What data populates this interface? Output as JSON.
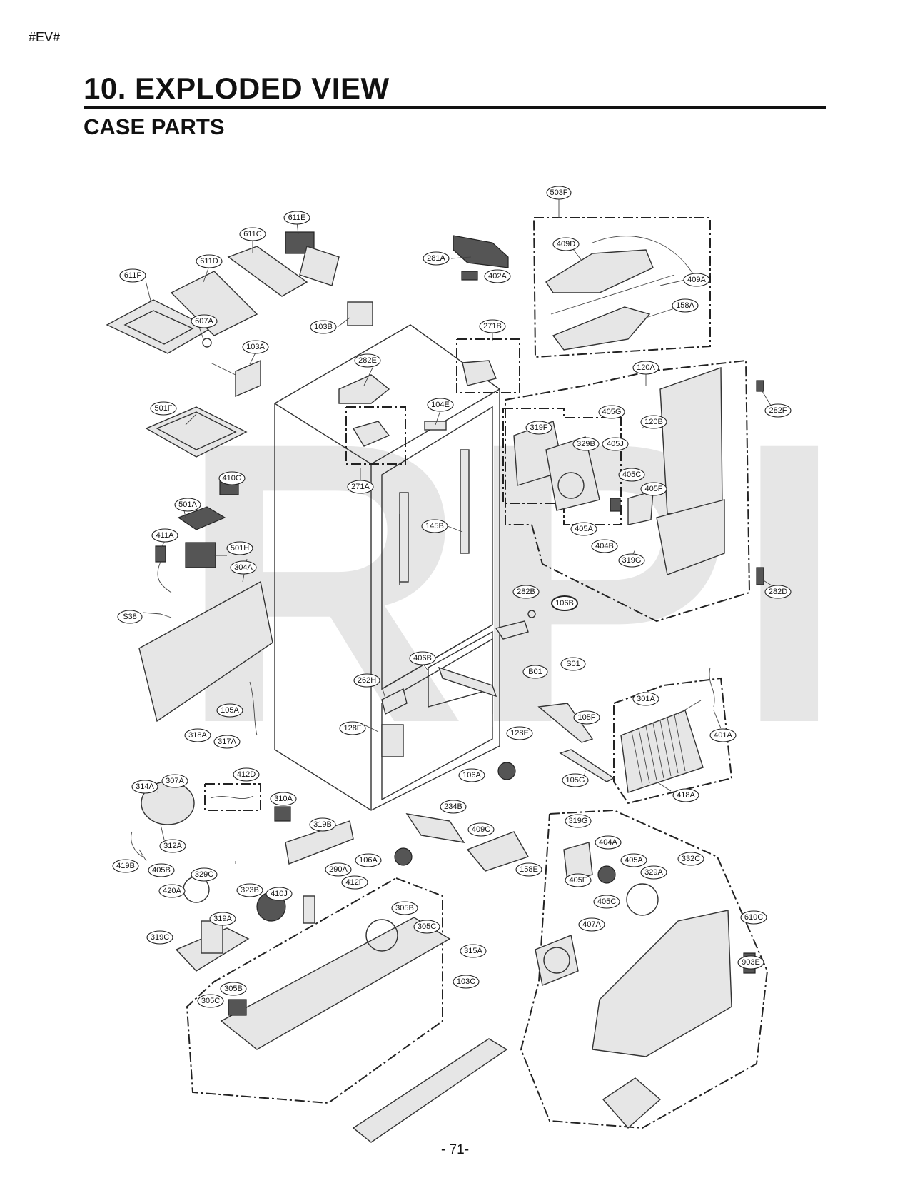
{
  "header": {
    "tag": "#EV#",
    "title": "10. EXPLODED VIEW",
    "subtitle": "CASE PARTS"
  },
  "watermark": "RPI",
  "page_number": "- 71-",
  "callouts": {
    "c503F": "503F",
    "c409D": "409D",
    "c409A": "409A",
    "c158A": "158A",
    "c611E": "611E",
    "c611C": "611C",
    "c611D": "611D",
    "c611F": "611F",
    "c607A": "607A",
    "c281A": "281A",
    "c402A": "402A",
    "c103B": "103B",
    "c271B": "271B",
    "c103A": "103A",
    "c282E": "282E",
    "c120A": "120A",
    "c282F": "282F",
    "c501F": "501F",
    "c104E": "104E",
    "c405G": "405G",
    "c319F": "319F",
    "c329B": "329B",
    "c405J": "405J",
    "c120B": "120B",
    "c410G": "410G",
    "c271A": "271A",
    "c405C": "405C",
    "c405F": "405F",
    "c501A": "501A",
    "c145B": "145B",
    "c405A": "405A",
    "c404B": "404B",
    "c411A": "411A",
    "c501H": "501H",
    "c319G": "319G",
    "c304A": "304A",
    "c282D": "282D",
    "c282B": "282B",
    "c106B": "106B",
    "cS38": "S38",
    "c406B": "406B",
    "cS01": "S01",
    "cB01": "B01",
    "c262H": "262H",
    "c301A": "301A",
    "c105A": "105A",
    "c105F": "105F",
    "c401A": "401A",
    "c128F": "128F",
    "c128E": "128E",
    "c318A": "318A",
    "c317A": "317A",
    "c412D": "412D",
    "c106A1": "106A",
    "c105G": "105G",
    "c418A": "418A",
    "c314A": "314A",
    "c307A": "307A",
    "c310A": "310A",
    "c234B": "234B",
    "c319G2": "319G",
    "c319B": "319B",
    "c409C": "409C",
    "c404A": "404A",
    "c312A": "312A",
    "c106A2": "106A",
    "c158E": "158E",
    "c332C": "332C",
    "c419B": "419B",
    "c405B": "405B",
    "c329C": "329C",
    "c290A": "290A",
    "c405A2": "405A",
    "c329A": "329A",
    "c412F": "412F",
    "c405F2": "405F",
    "c420A": "420A",
    "c323B": "323B",
    "c410J": "410J",
    "c305B": "305B",
    "c405C2": "405C",
    "c610C": "610C",
    "c319A": "319A",
    "c305C": "305C",
    "c407A": "407A",
    "c319C": "319C",
    "c315A": "315A",
    "c903E": "903E",
    "c103C": "103C",
    "c305B2": "305B",
    "c305C2": "305C"
  }
}
